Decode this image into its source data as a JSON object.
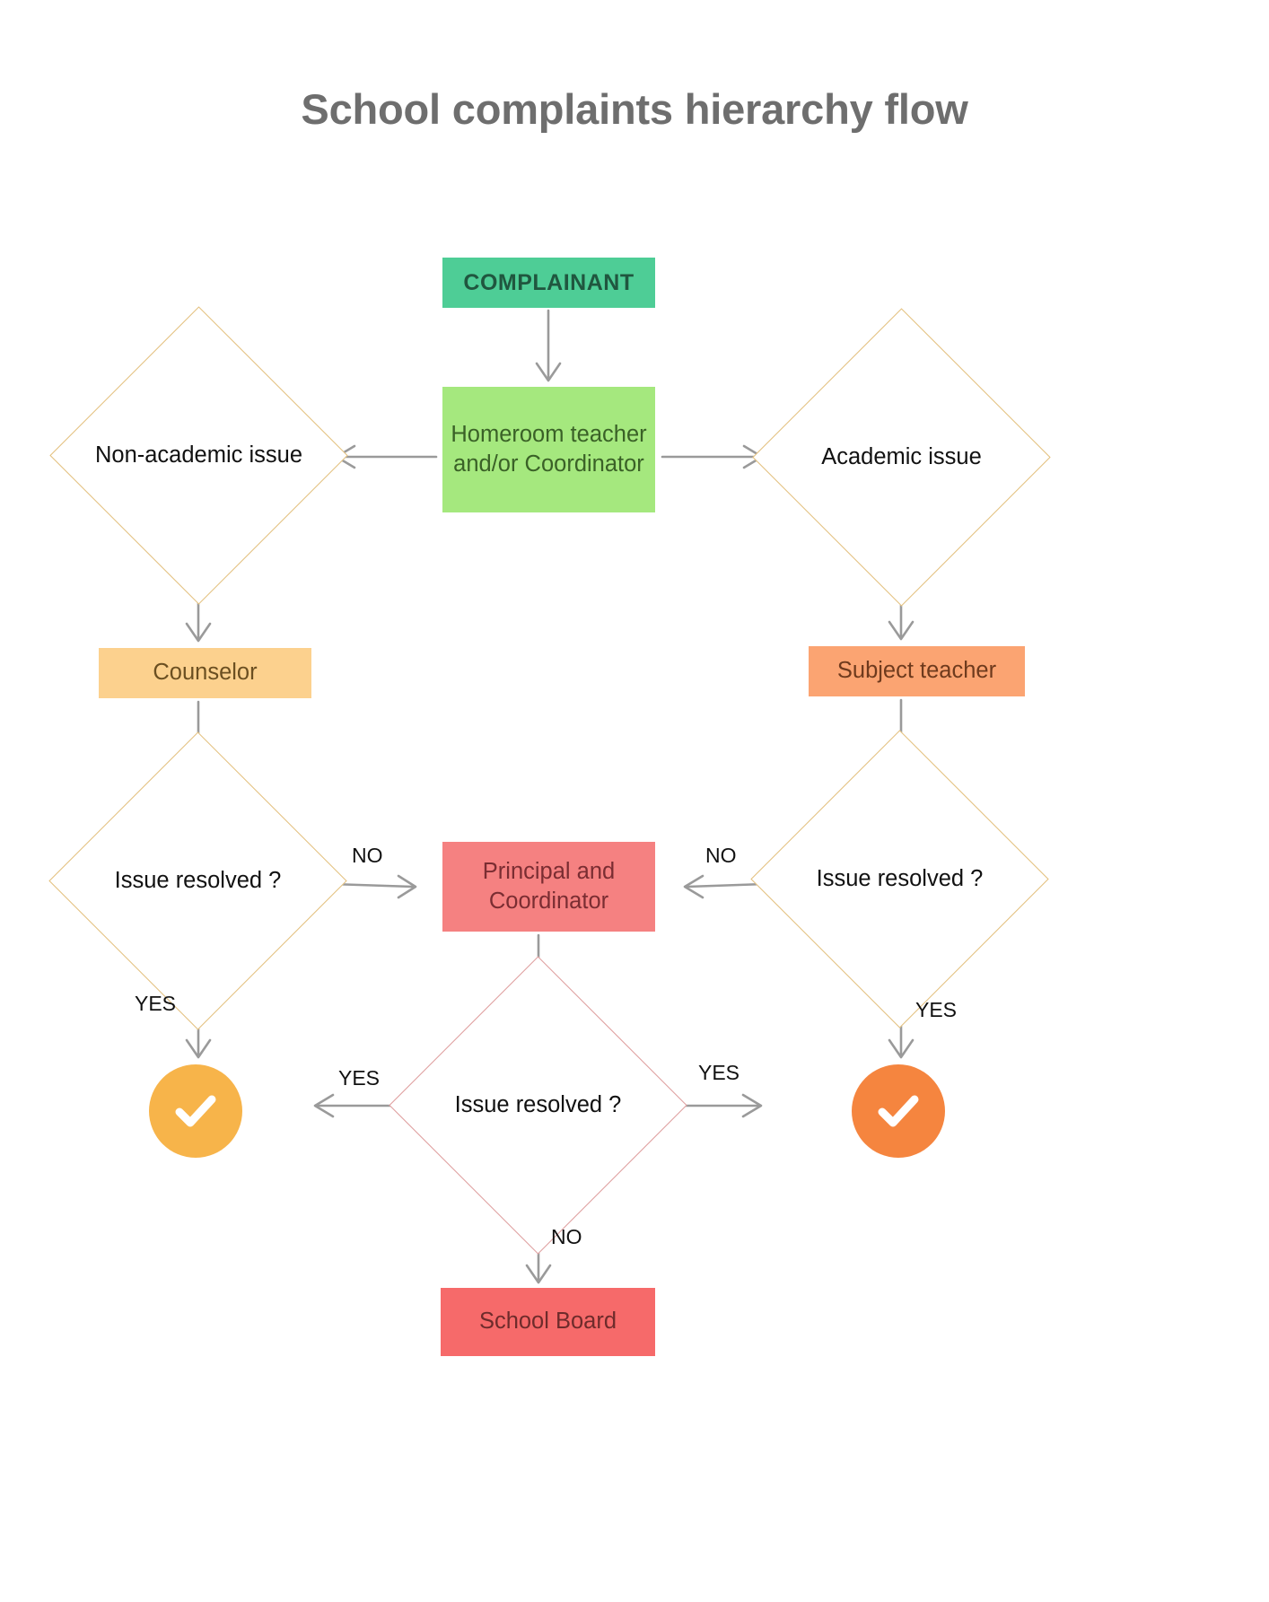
{
  "page": {
    "title": "School complaints hierarchy flow",
    "background": "#ffffff",
    "title_color": "#6e6e6e"
  },
  "nodes": {
    "complainant": {
      "label": "COMPLAINANT",
      "shape": "rect",
      "fill": "#4ecd96",
      "text_color": "#20563f"
    },
    "homeroom": {
      "label": "Homeroom teacher and/or Coordinator",
      "shape": "rect",
      "fill": "#a5e87e",
      "text_color": "#3a6127"
    },
    "non_academic": {
      "label": "Non-academic issue",
      "shape": "diamond",
      "fill": "#ffffff",
      "border": "#e2be79"
    },
    "academic": {
      "label": "Academic issue",
      "shape": "diamond",
      "fill": "#ffffff",
      "border": "#e2be79"
    },
    "counselor": {
      "label": "Counselor",
      "shape": "rect",
      "fill": "#fcd18e",
      "text_color": "#6b4f21"
    },
    "subject_teacher": {
      "label": "Subject teacher",
      "shape": "rect",
      "fill": "#fba472",
      "text_color": "#6e3a1d"
    },
    "issue_resolved_left": {
      "label": "Issue resolved ?",
      "shape": "diamond",
      "fill": "#ffffff",
      "border": "#e2be79"
    },
    "issue_resolved_right": {
      "label": "Issue resolved ?",
      "shape": "diamond",
      "fill": "#ffffff",
      "border": "#e2be79"
    },
    "principal": {
      "label": "Principal and Coordinator",
      "shape": "rect",
      "fill": "#f58181",
      "text_color": "#7a2d32"
    },
    "issue_resolved_center": {
      "label": "Issue resolved ?",
      "shape": "diamond",
      "fill": "#ffffff",
      "border": "#dd9a9a"
    },
    "school_board": {
      "label": "School Board",
      "shape": "rect",
      "fill": "#f66a6a",
      "text_color": "#6e2b2b"
    },
    "success_left": {
      "label": "check-circle",
      "shape": "circle",
      "fill": "#f7b44a",
      "glyph": "check"
    },
    "success_right": {
      "label": "check-circle",
      "shape": "circle",
      "fill": "#f5853f",
      "glyph": "check"
    }
  },
  "edge_labels": {
    "left_no": "NO",
    "right_no": "NO",
    "left_yes": "YES",
    "right_yes": "YES",
    "center_yes_left": "YES",
    "center_yes_right": "YES",
    "center_no": "NO"
  },
  "flow": {
    "edges": [
      {
        "from": "complainant",
        "to": "homeroom",
        "label": ""
      },
      {
        "from": "homeroom",
        "to": "non_academic",
        "label": ""
      },
      {
        "from": "homeroom",
        "to": "academic",
        "label": ""
      },
      {
        "from": "non_academic",
        "to": "counselor",
        "label": ""
      },
      {
        "from": "academic",
        "to": "subject_teacher",
        "label": ""
      },
      {
        "from": "counselor",
        "to": "issue_resolved_left",
        "label": ""
      },
      {
        "from": "subject_teacher",
        "to": "issue_resolved_right",
        "label": ""
      },
      {
        "from": "issue_resolved_left",
        "to": "principal",
        "label": "NO"
      },
      {
        "from": "issue_resolved_right",
        "to": "principal",
        "label": "NO"
      },
      {
        "from": "issue_resolved_left",
        "to": "success_left",
        "label": "YES"
      },
      {
        "from": "issue_resolved_right",
        "to": "success_right",
        "label": "YES"
      },
      {
        "from": "principal",
        "to": "issue_resolved_center",
        "label": ""
      },
      {
        "from": "issue_resolved_center",
        "to": "success_left",
        "label": "YES"
      },
      {
        "from": "issue_resolved_center",
        "to": "success_right",
        "label": "YES"
      },
      {
        "from": "issue_resolved_center",
        "to": "school_board",
        "label": "NO"
      }
    ]
  },
  "style": {
    "connector_color": "#9a9a9a",
    "diamond_gold_border": "#e2be79",
    "diamond_rose_border": "#dd9a9a"
  }
}
